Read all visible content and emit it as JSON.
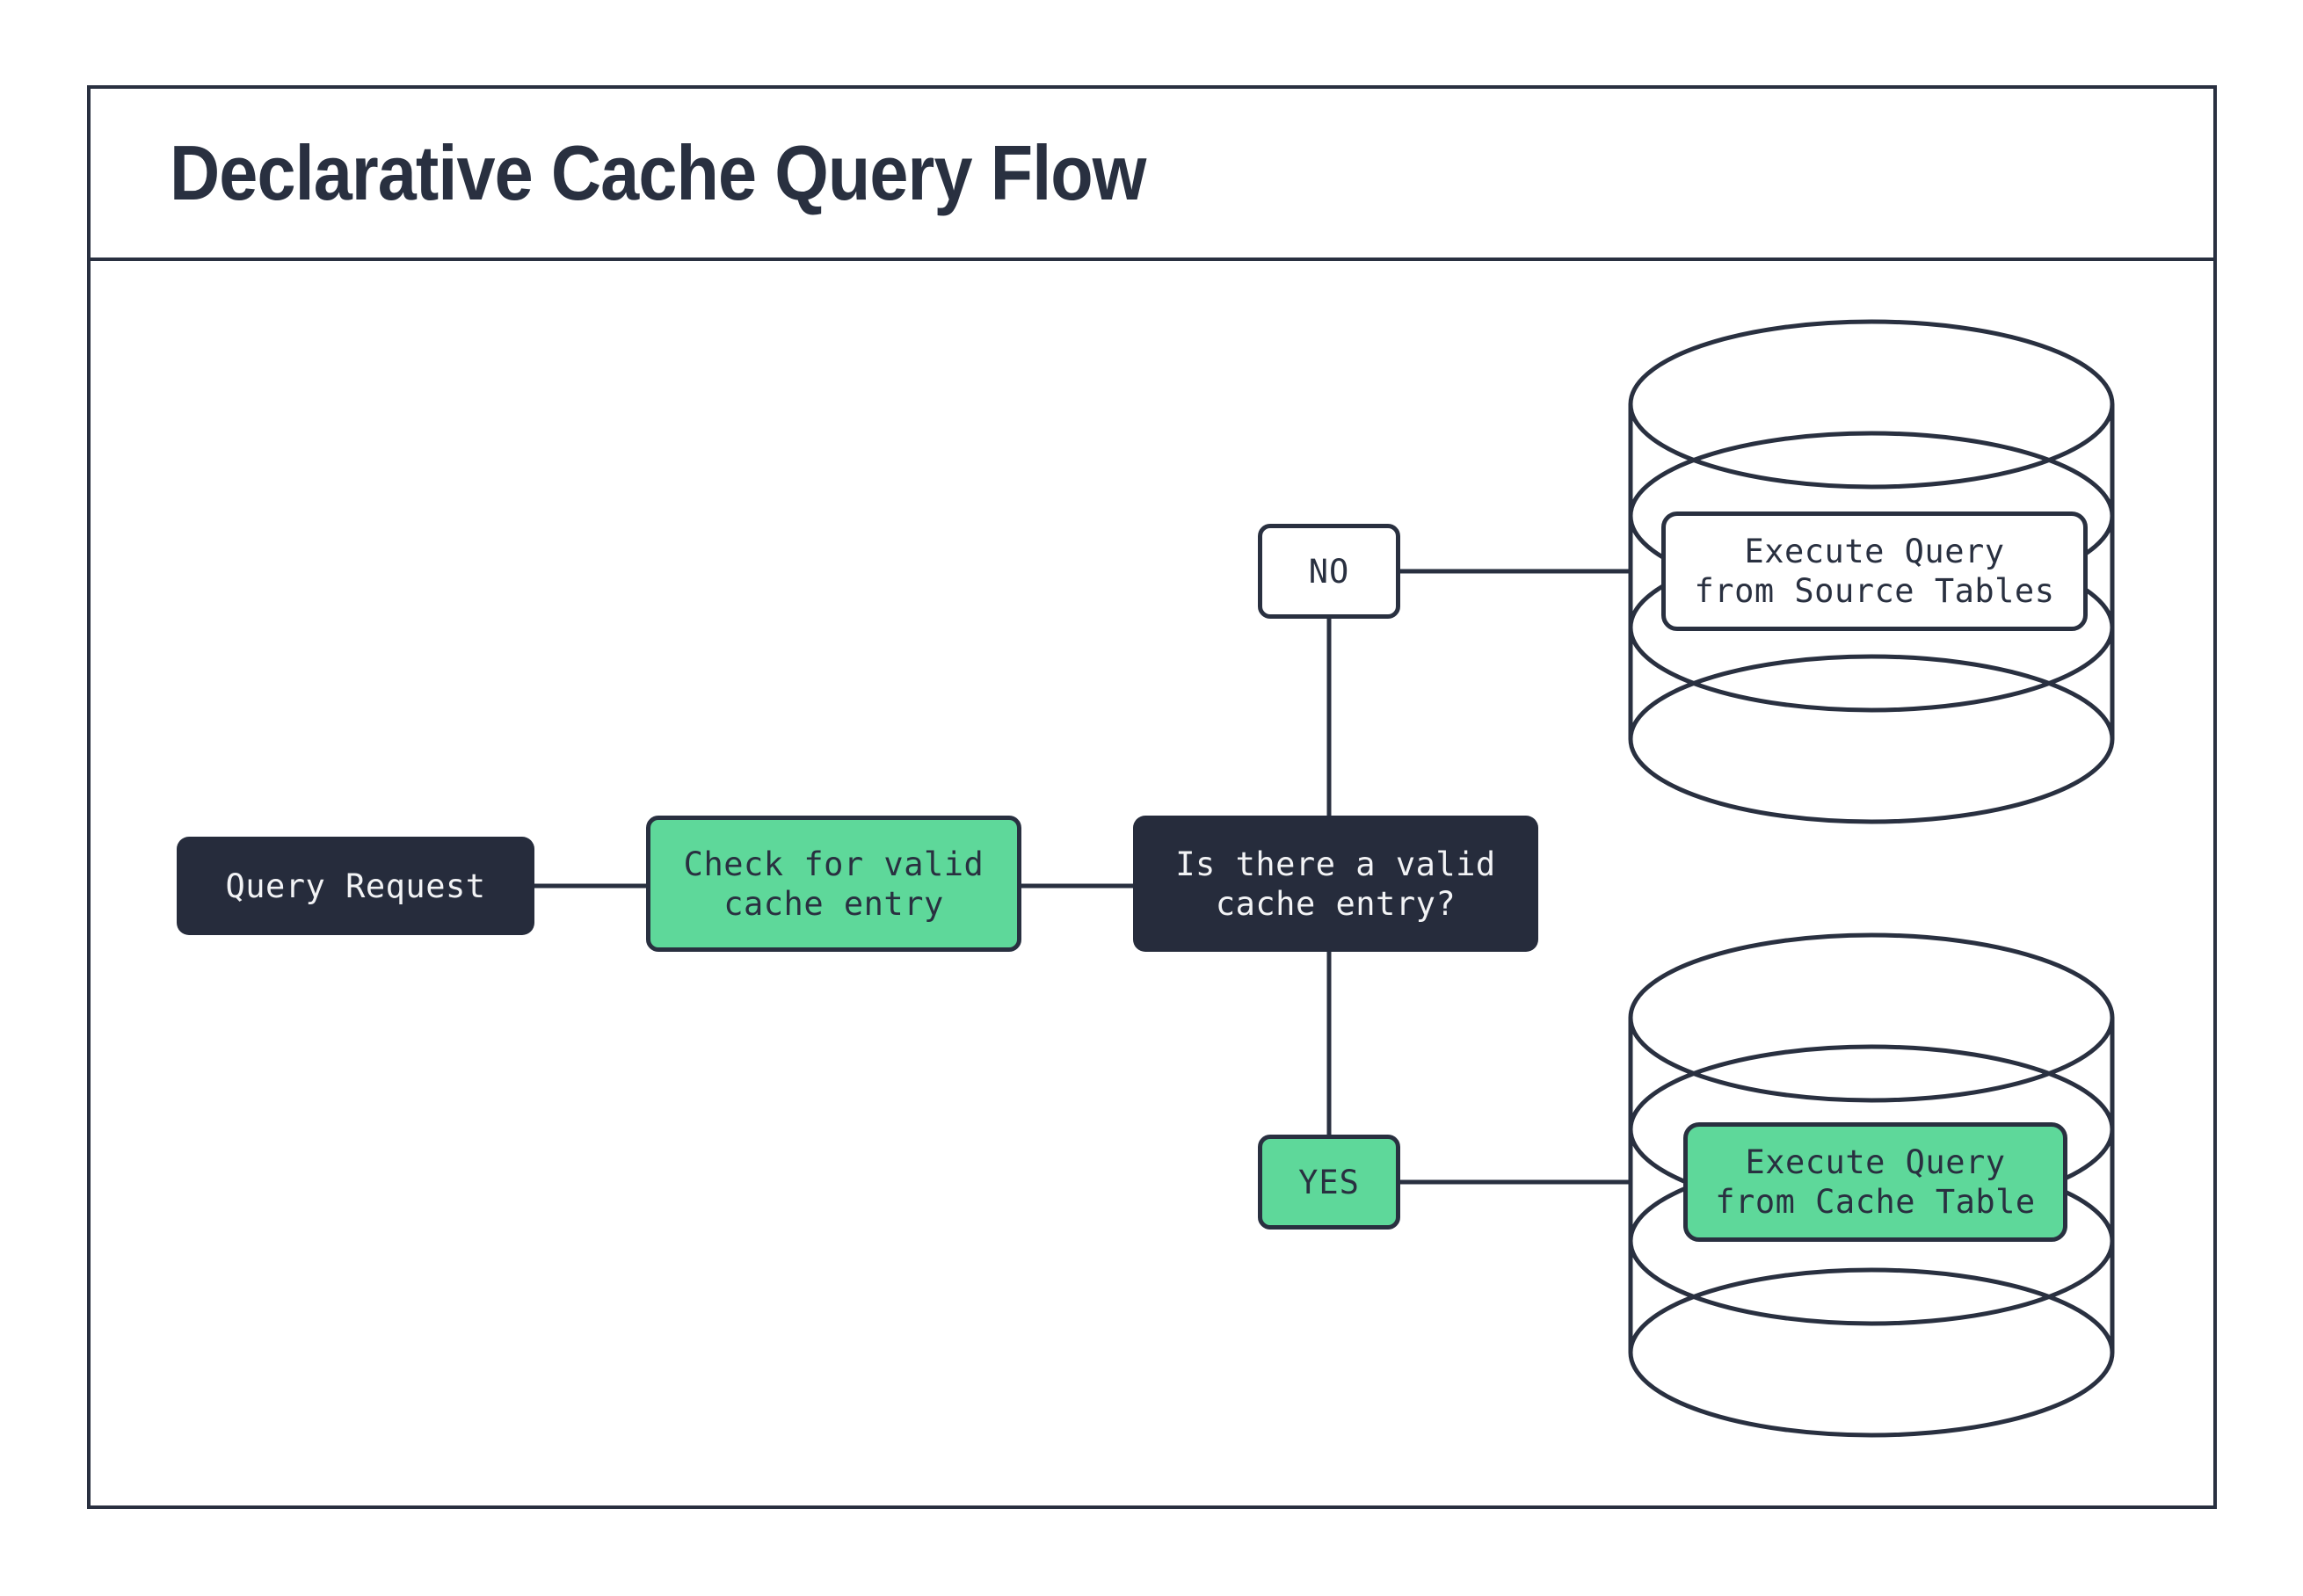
{
  "title": "Declarative Cache Query Flow",
  "colors": {
    "ink": "#293040",
    "dark_fill": "#262c3c",
    "green_fill": "#5ed89a",
    "paper": "#ffffff",
    "light_text": "#f2f3f5"
  },
  "nodes": {
    "query_request": {
      "label": "Query Request"
    },
    "check_cache": {
      "line1": "Check for valid",
      "line2": "cache entry"
    },
    "decision": {
      "line1": "Is there a valid",
      "line2": "cache entry?"
    },
    "no_branch": {
      "label": "NO"
    },
    "yes_branch": {
      "label": "YES"
    },
    "execute_source": {
      "line1": "Execute Query",
      "line2": "from Source Tables"
    },
    "execute_cache": {
      "line1": "Execute Query",
      "line2": "from Cache Table"
    }
  },
  "icons": {
    "source_database": "database-cylinder-icon",
    "cache_database": "database-cylinder-icon"
  }
}
